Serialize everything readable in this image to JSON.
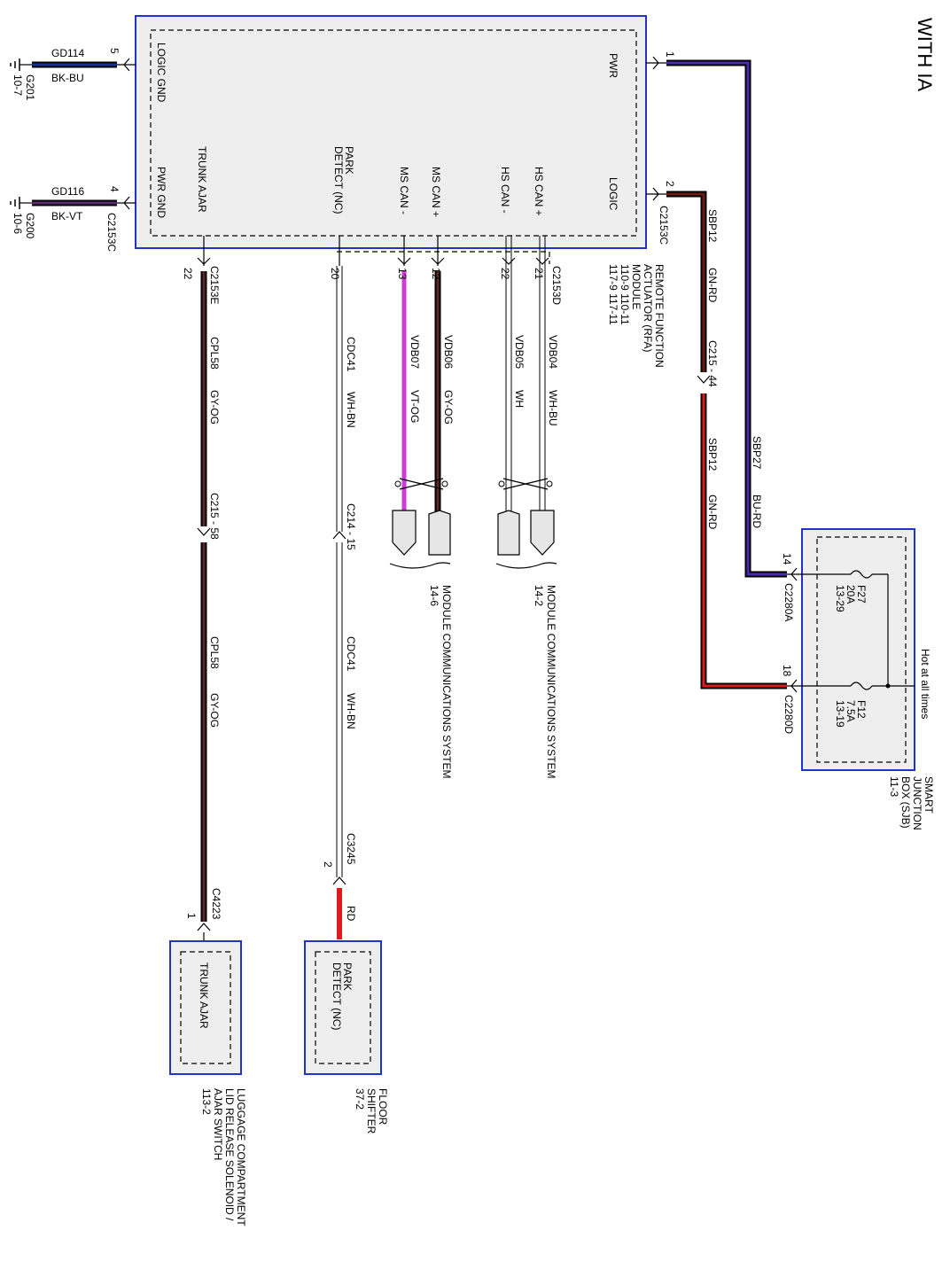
{
  "title": "WITH IA",
  "wire_colors": {
    "BK-BU": "#1b2f8f",
    "BK-VT": "#5a2b6e",
    "BU-RD": "#4b2bb0",
    "GN-RD": "#6b1b14",
    "GY-OG": "#5a2a2a",
    "VT-OG": "#d23ad8",
    "RD": "#e01a1a",
    "WH": "#ffffff"
  },
  "rfa": {
    "title": [
      "REMOTE FUNCTION",
      "ACTUATOR (RFA)",
      "MODULE"
    ],
    "refs": [
      "110-9    110-11",
      "117-9    117-11"
    ],
    "pins": {
      "logic_gnd": "LOGIC GND",
      "pwr_gnd": "PWR GND",
      "trunk_ajar": "TRUNK AJAR",
      "park_detect": [
        "PARK",
        "DETECT (NC)"
      ],
      "ms_can_minus": "MS CAN -",
      "ms_can_plus": "MS CAN +",
      "hs_can_minus": "HS CAN -",
      "hs_can_plus": "HS CAN +",
      "logic": "LOGIC",
      "pwr": "PWR"
    }
  },
  "grounds": [
    {
      "circuit": "GD114",
      "color": "BK-BU",
      "pin": "5",
      "ground": "G201",
      "ref": "10-7"
    },
    {
      "circuit": "GD116",
      "color": "BK-VT",
      "pin": "4",
      "ground": "G200",
      "ref": "10-6",
      "connector": "C2153C"
    }
  ],
  "right_connector": "C2153C",
  "power": {
    "pwr_pin": "1",
    "logic_pin": "2",
    "sbp27": {
      "circuit": "SBP27",
      "color": "BU-RD"
    },
    "sbp12_upper": {
      "circuit": "SBP12",
      "color": "GN-RD"
    },
    "inline": "C215  -  44",
    "sbp12_lower": {
      "circuit": "SBP12",
      "color": "GN-RD"
    }
  },
  "sjb": {
    "name": [
      "SMART",
      "JUNCTION",
      "BOX (SJB)",
      "11-3"
    ],
    "hot": "Hot at all times",
    "f27": [
      "F27",
      "20A",
      "13-29"
    ],
    "f12": [
      "F12",
      "7.5A",
      "13-19"
    ],
    "pin_a": "14",
    "conn_a": "C2280A",
    "pin_d": "18",
    "conn_d": "C2280D"
  },
  "can": {
    "connector": "C2153D",
    "hs_plus": {
      "pin": "21",
      "circuit": "VDB04",
      "color": "WH-BU"
    },
    "hs_minus": {
      "pin": "22",
      "circuit": "VDB05",
      "color": "WH"
    },
    "ms_plus": {
      "pin": "12",
      "circuit": "VDB06",
      "color": "GY-OG"
    },
    "ms_minus": {
      "pin": "13",
      "circuit": "VDB07",
      "color": "VT-OG"
    },
    "system_hs": [
      "MODULE COMMUNICATIONS SYSTEM",
      "14-2"
    ],
    "system_ms": [
      "MODULE COMMUNICATIONS SYSTEM",
      "14-6"
    ]
  },
  "park": {
    "pin": "20",
    "circuit": "CDC41",
    "color": "WH-BN",
    "inline": "C214  -  15",
    "circuit2": "CDC41",
    "color2": "WH-BN",
    "conn": "C3245",
    "conn_pin": "2",
    "final_color": "RD",
    "device_label": [
      "PARK",
      "DETECT (NC)"
    ],
    "device_name": [
      "FLOOR",
      "SHIFTER",
      "37-2"
    ]
  },
  "trunk": {
    "connector": "C2153E",
    "pin": "22",
    "circuit": "CPL58",
    "color": "GY-OG",
    "inline": "C215  -  58",
    "circuit2": "CPL58",
    "color2": "GY-OG",
    "conn": "C4223",
    "conn_pin": "1",
    "device_label": "TRUNK AJAR",
    "device_name": [
      "LUGGAGE COMPARTMENT",
      "LID RELEASE SOLENOID /",
      "AJAR SWITCH",
      "113-2"
    ]
  }
}
